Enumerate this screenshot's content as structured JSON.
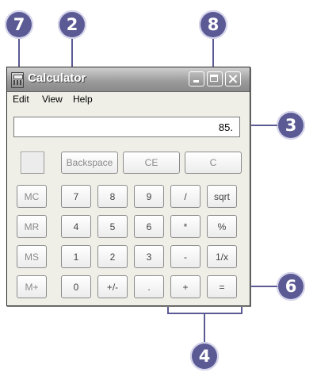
{
  "callouts": {
    "c7": "7",
    "c2": "2",
    "c8": "8",
    "c3": "3",
    "c6": "6",
    "c4": "4"
  },
  "window": {
    "title": "Calculator",
    "menu": {
      "edit": "Edit",
      "view": "View",
      "help": "Help"
    },
    "display": "85."
  },
  "keys": {
    "backspace": "Backspace",
    "ce": "CE",
    "c": "C",
    "mc": "MC",
    "mr": "MR",
    "ms": "MS",
    "mplus": "M+",
    "d7": "7",
    "d8": "8",
    "d9": "9",
    "div": "/",
    "sqrt": "sqrt",
    "d4": "4",
    "d5": "5",
    "d6": "6",
    "mul": "*",
    "pct": "%",
    "d1": "1",
    "d2": "2",
    "d3": "3",
    "sub": "-",
    "recip": "1/x",
    "d0": "0",
    "sign": "+/-",
    "dot": ".",
    "add": "+",
    "eq": "="
  },
  "colors": {
    "callout": "#5b5a94",
    "window_bg": "#efefe8"
  }
}
